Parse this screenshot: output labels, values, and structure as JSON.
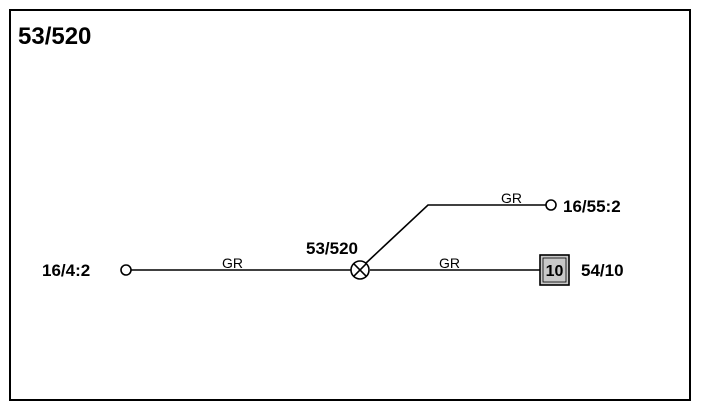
{
  "title": "53/520",
  "splice": {
    "label": "53/520"
  },
  "terminals": {
    "left": "16/4:2",
    "upper_right": "16/55:2",
    "component_right": "54/10"
  },
  "component_box": {
    "number": "10",
    "fill_color": "#c8c8c8"
  },
  "wires": {
    "left_color": "GR",
    "upper_color": "GR",
    "right_color": "GR"
  }
}
